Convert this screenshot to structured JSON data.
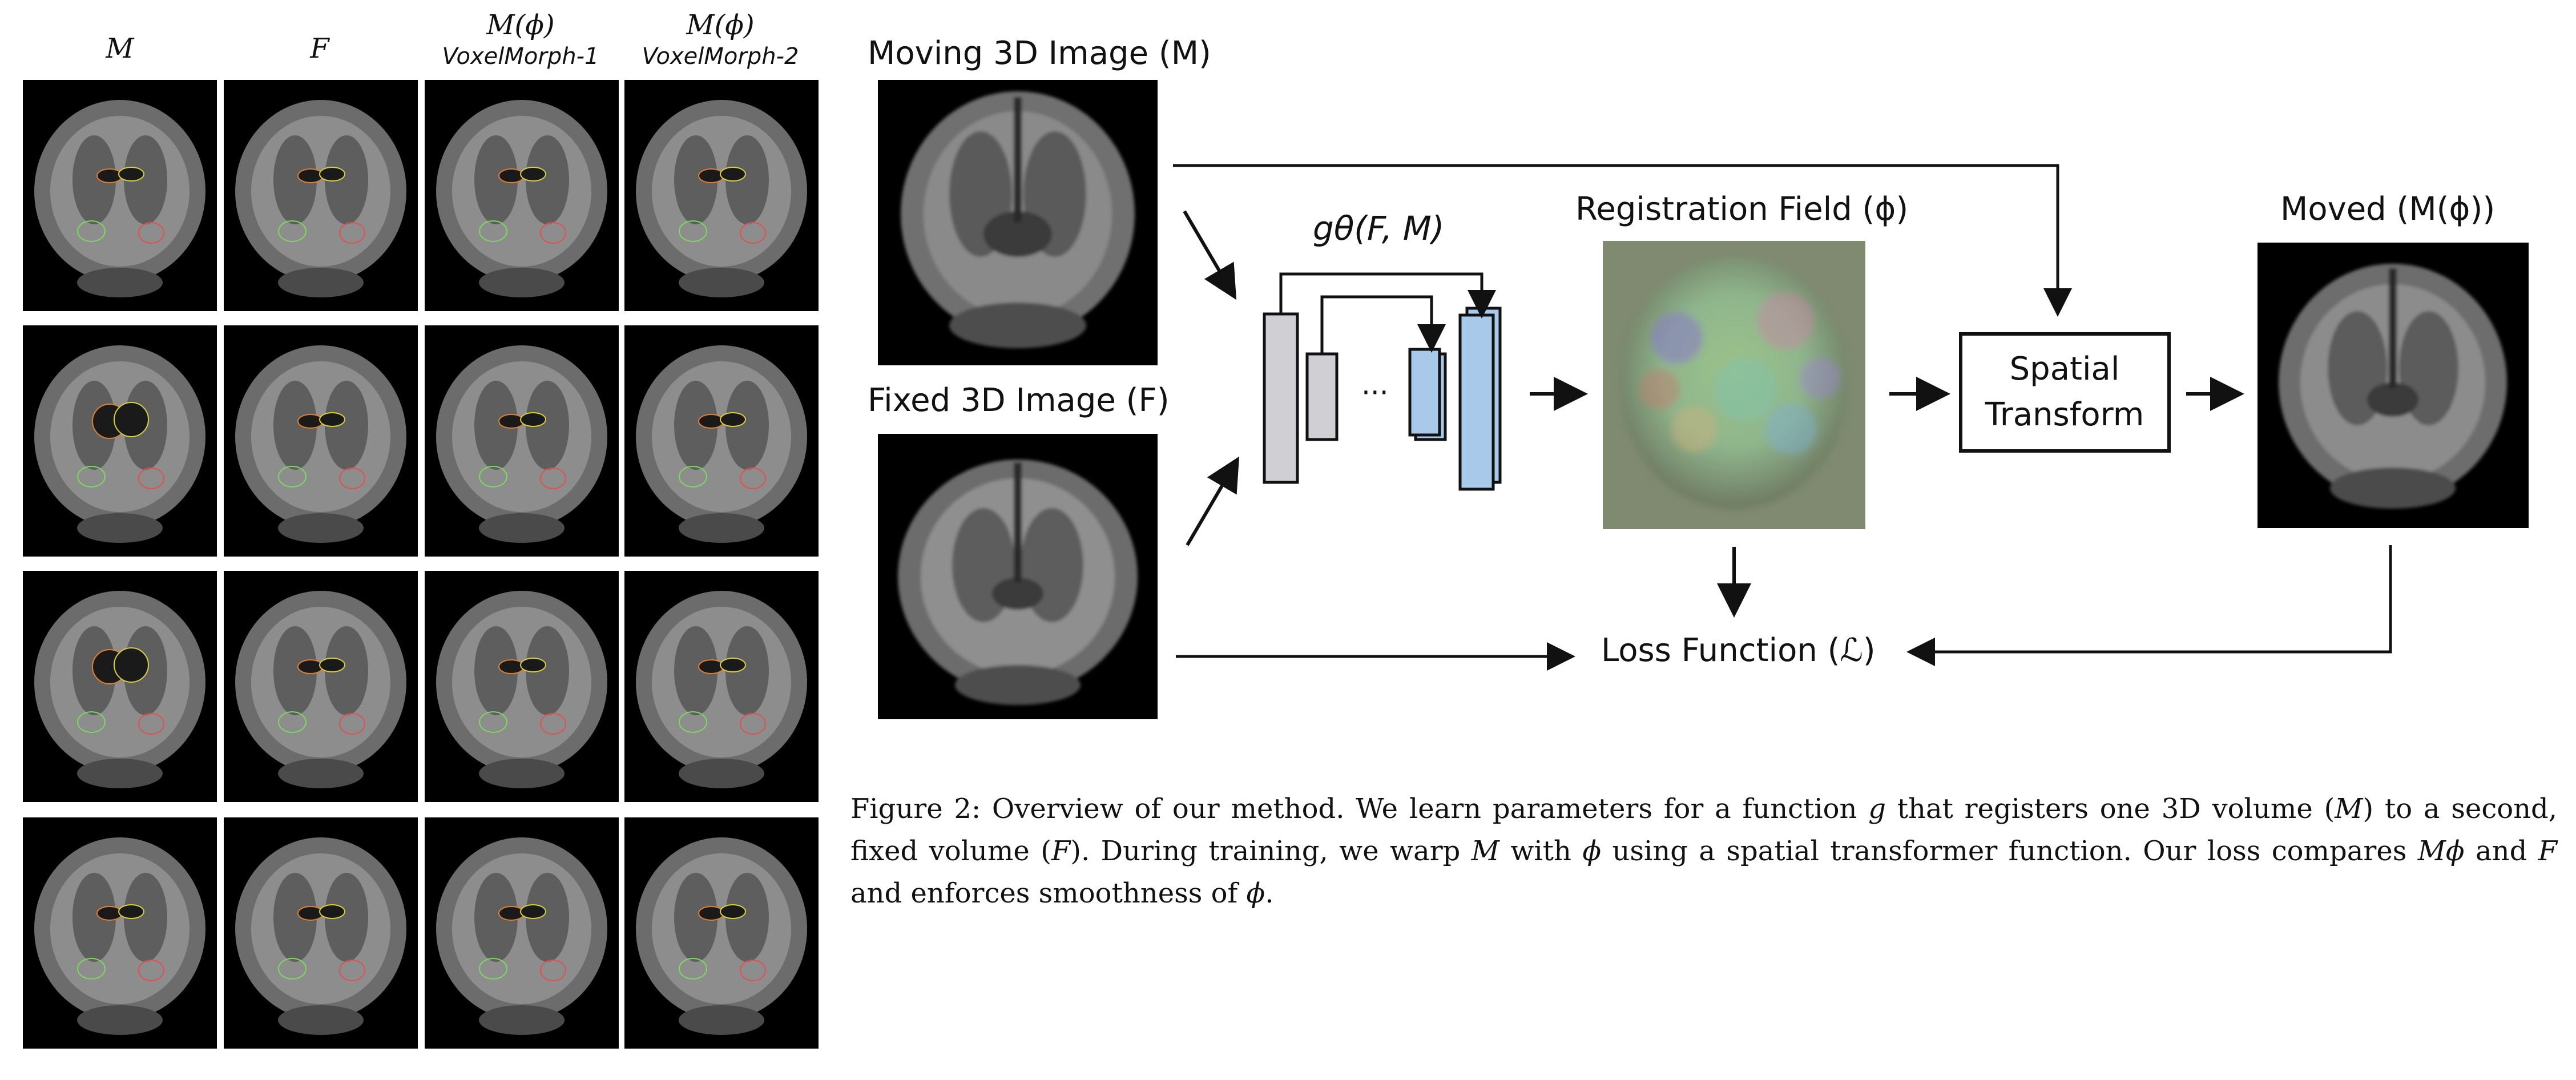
{
  "grid": {
    "columns": [
      {
        "line1": "M",
        "line2": ""
      },
      {
        "line1": "F",
        "line2": ""
      },
      {
        "line1": "M(ϕ)",
        "line2": "VoxelMorph-1"
      },
      {
        "line1": "M(ϕ)",
        "line2": "VoxelMorph-2"
      }
    ],
    "rows": 4
  },
  "diagram": {
    "moving_label": "Moving 3D Image (M)",
    "fixed_label": "Fixed 3D Image (F)",
    "network_label": "gθ(F, M)",
    "ellipsis": "···",
    "field_label": "Registration Field (ϕ)",
    "transform_label_line1": "Spatial",
    "transform_label_line2": "Transform",
    "moved_label": "Moved (M(ϕ))",
    "loss_label": "Loss Function (ℒ)",
    "colors": {
      "gray_block": "#d0d0d4",
      "blue_block": "#a9c9ea",
      "line": "#111111"
    }
  },
  "caption": {
    "prefix": "Figure 2: Overview of our method. We learn parameters for a function ",
    "g": "g",
    "part2": " that registers one 3D volume (",
    "M1": "M",
    "part3": ") to a second, fixed volume (",
    "F1": "F",
    "part4": "). During training, we warp ",
    "M2": "M",
    "part5": " with ",
    "phi1": "ϕ",
    "part6": " using a spatial transformer function. Our loss compares ",
    "Mphi": "Mϕ",
    "part7": " and ",
    "F2": "F",
    "part8": " and enforces smoothness of ",
    "phi2": "ϕ",
    "part9": "."
  }
}
